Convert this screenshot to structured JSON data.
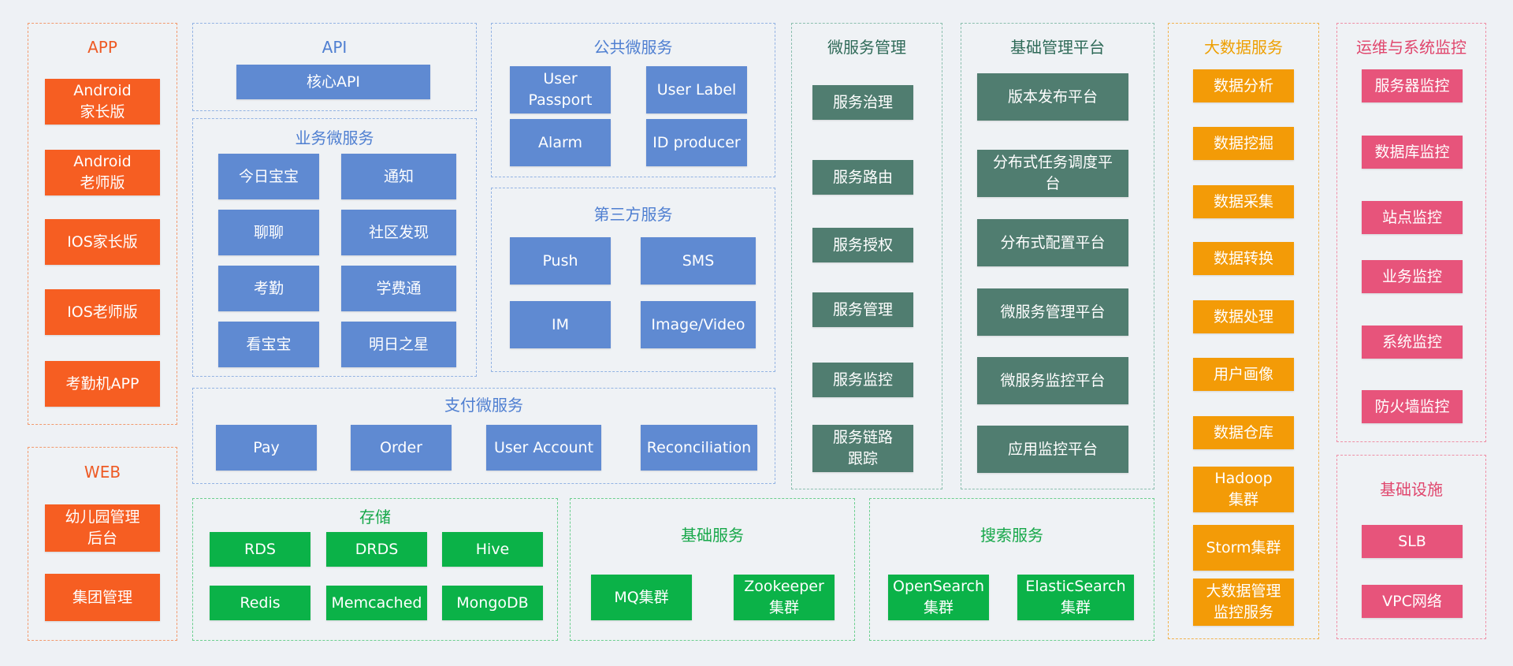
{
  "groups": {
    "app": {
      "title": "APP",
      "items": [
        "Android\n家长版",
        "Android\n老师版",
        "IOS家长版",
        "IOS老师版",
        "考勤机APP"
      ]
    },
    "web": {
      "title": "WEB",
      "items": [
        "幼儿园管理\n后台",
        "集团管理"
      ]
    },
    "api": {
      "title": "API",
      "items": [
        "核心API"
      ]
    },
    "business": {
      "title": "业务微服务",
      "items": [
        "今日宝宝",
        "通知",
        "聊聊",
        "社区发现",
        "考勤",
        "学费通",
        "看宝宝",
        "明日之星"
      ]
    },
    "public": {
      "title": "公共微服务",
      "items": [
        "User\nPassport",
        "User Label",
        "Alarm",
        "ID producer"
      ]
    },
    "third": {
      "title": "第三方服务",
      "items": [
        "Push",
        "SMS",
        "IM",
        "Image/Video"
      ]
    },
    "pay": {
      "title": "支付微服务",
      "items": [
        "Pay",
        "Order",
        "User Account",
        "Reconciliation"
      ]
    },
    "msm": {
      "title": "微服务管理",
      "items": [
        "服务治理",
        "服务路由",
        "服务授权",
        "服务管理",
        "服务监控",
        "服务链路\n跟踪"
      ]
    },
    "platform": {
      "title": "基础管理平台",
      "items": [
        "版本发布平台",
        "分布式任务调度平\n台",
        "分布式配置平台",
        "微服务管理平台",
        "微服务监控平台",
        "应用监控平台"
      ]
    },
    "bigdata": {
      "title": "大数据服务",
      "items": [
        "数据分析",
        "数据挖掘",
        "数据采集",
        "数据转换",
        "数据处理",
        "用户画像",
        "数据仓库",
        "Hadoop\n集群",
        "Storm集群",
        "大数据管理\n监控服务"
      ]
    },
    "ops": {
      "title": "运维与系统监控",
      "items": [
        "服务器监控",
        "数据库监控",
        "站点监控",
        "业务监控",
        "系统监控",
        "防火墙监控"
      ]
    },
    "infra": {
      "title": "基础设施",
      "items": [
        "SLB",
        "VPC网络"
      ]
    },
    "storage": {
      "title": "存储",
      "items": [
        "RDS",
        "DRDS",
        "Hive",
        "Redis",
        "Memcached",
        "MongoDB"
      ]
    },
    "basic": {
      "title": "基础服务",
      "items": [
        "MQ集群",
        "Zookeeper\n集群"
      ]
    },
    "search": {
      "title": "搜索服务",
      "items": [
        "OpenSearch\n集群",
        "ElasticSearch\n集群"
      ]
    }
  },
  "colors": {
    "orange": "#f65e22",
    "blue": "#5f8ad2",
    "teal": "#507d70",
    "gold": "#f39b07",
    "pink": "#e7547b",
    "green": "#0bb248",
    "background": "#eef1f5"
  }
}
